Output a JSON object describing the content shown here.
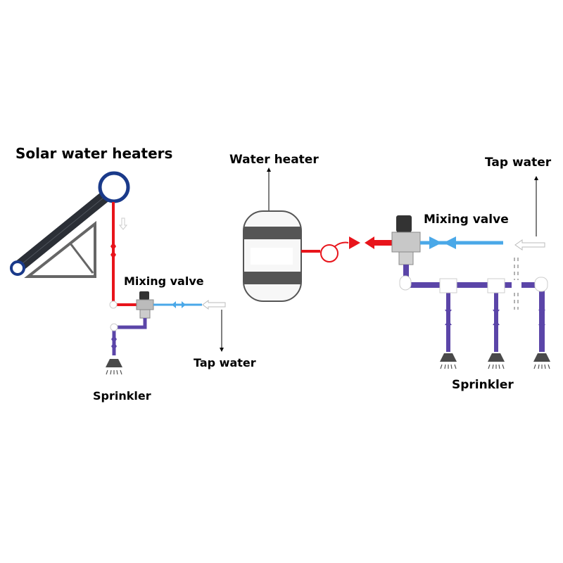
{
  "labels": {
    "solar_title": "Solar water heaters",
    "left_mixing_valve": "Mixing valve",
    "left_tap_water": "Tap water",
    "left_sprinkler": "Sprinkler",
    "water_heater": "Water heater",
    "right_mixing_valve": "Mixing valve",
    "right_tap_water": "Tap water",
    "right_sprinkler": "Sprinkler"
  },
  "colors": {
    "hot_pipe": "#e8141b",
    "cold_pipe": "#4aa8e8",
    "mixed_pipe": "#5b45a8",
    "collector_ring": "#1a3a8a",
    "collector_panel": "#2b2f36",
    "support_frame": "#666666"
  }
}
